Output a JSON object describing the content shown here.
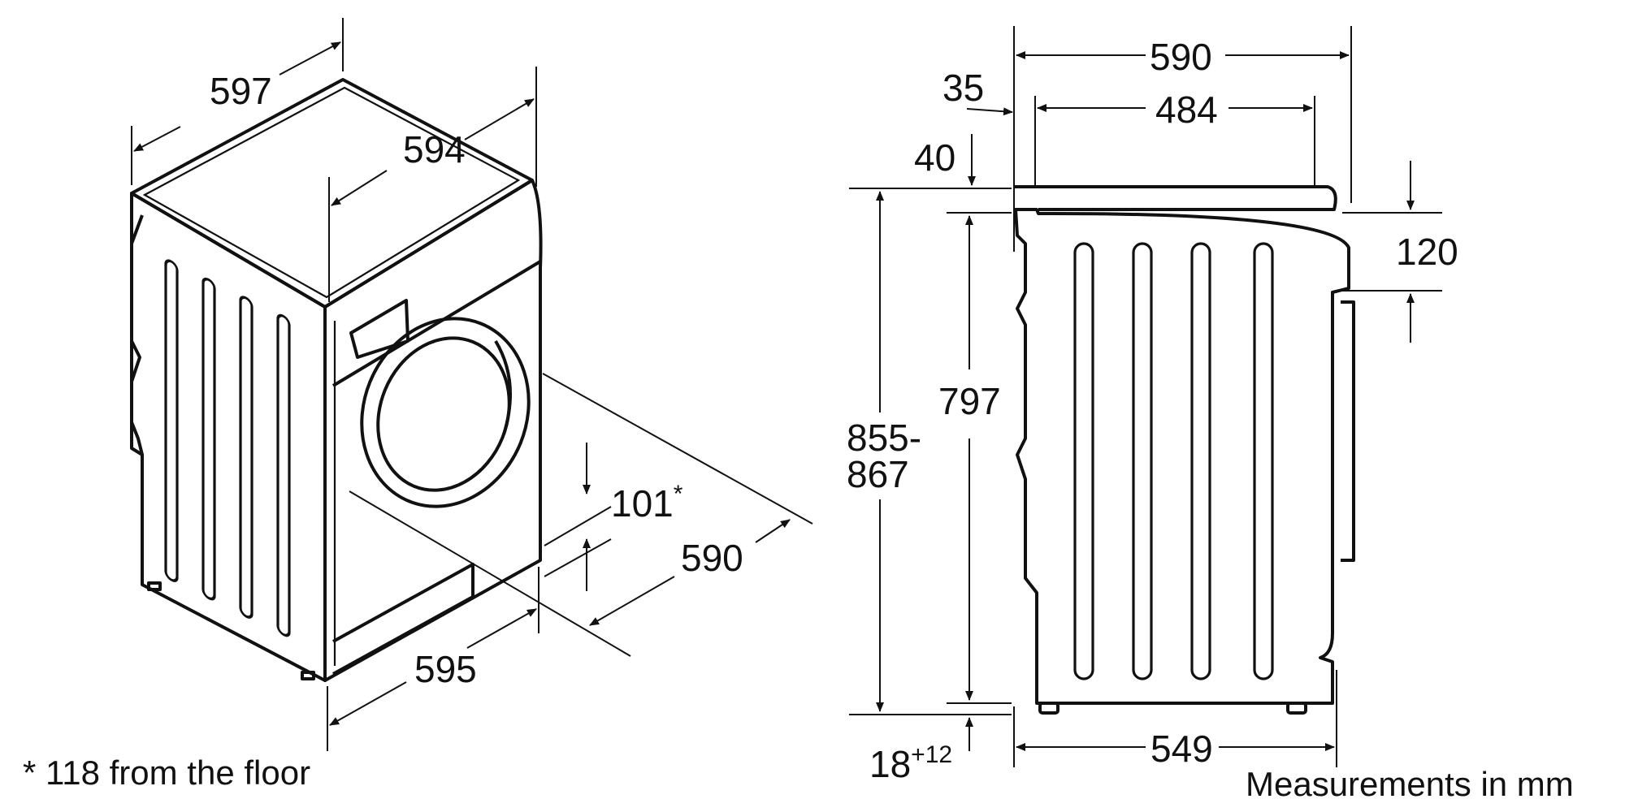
{
  "iso_view": {
    "width_top": "597",
    "depth_top": "594",
    "base_width": "595",
    "base_depth": "590",
    "foot_height": "101",
    "foot_height_mark": "*"
  },
  "side_view": {
    "overall_depth": "590",
    "top_recess": "35",
    "inner_depth": "484",
    "top_offset": "40",
    "panel_height": "120",
    "body_height": "797",
    "total_height_1": "855-",
    "total_height_2": "867",
    "foot_base": "18",
    "foot_adjust": "+12",
    "bottom_depth": "549"
  },
  "notes": {
    "footnote": "* 118 from the floor",
    "units": "Measurements in mm"
  }
}
